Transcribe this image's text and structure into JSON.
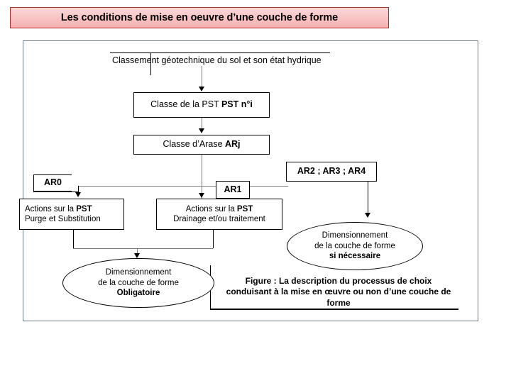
{
  "title_banner": {
    "text": "Les conditions de mise en oeuvre d’une couche de forme",
    "background_color": "#f9c6c6",
    "border_color": "#b03030",
    "text_color": "#000000"
  },
  "diagram": {
    "frame_border_color": "#6b7d86",
    "top_label": "Classement géotechnique du sol et son  état hydrique",
    "nodes": {
      "box_pst": {
        "text_normal": "Classe de la PST ",
        "text_bold": "PST n°i"
      },
      "box_arase": {
        "text_normal": "Classe d’Arase  ",
        "text_bold": "ARj"
      },
      "box_ar0": {
        "label": "AR0"
      },
      "box_ar1": {
        "label": "AR1"
      },
      "box_ar2_3_4": {
        "label": "AR2 ; AR3 ; AR4"
      },
      "box_actions_purge": {
        "line1_normal": "Actions sur la ",
        "line1_bold": "PST",
        "line2": "Purge et Substitution"
      },
      "box_actions_drainage": {
        "line1_normal": "Actions sur la ",
        "line1_bold": "PST",
        "line2": "Drainage et/ou traitement"
      },
      "ellipse_left": {
        "line1": "Dimensionnement",
        "line2": "de la couche de forme",
        "line3_bold": "Obligatoire"
      },
      "ellipse_right": {
        "line1": "Dimensionnement",
        "line2": "de la couche de forme",
        "line3_bold": "si nécessaire"
      }
    },
    "caption": {
      "line1": "Figure : La description du processus de choix",
      "line2": "conduisant à la mise en œuvre ou non d’une couche de",
      "line3": "forme"
    }
  }
}
